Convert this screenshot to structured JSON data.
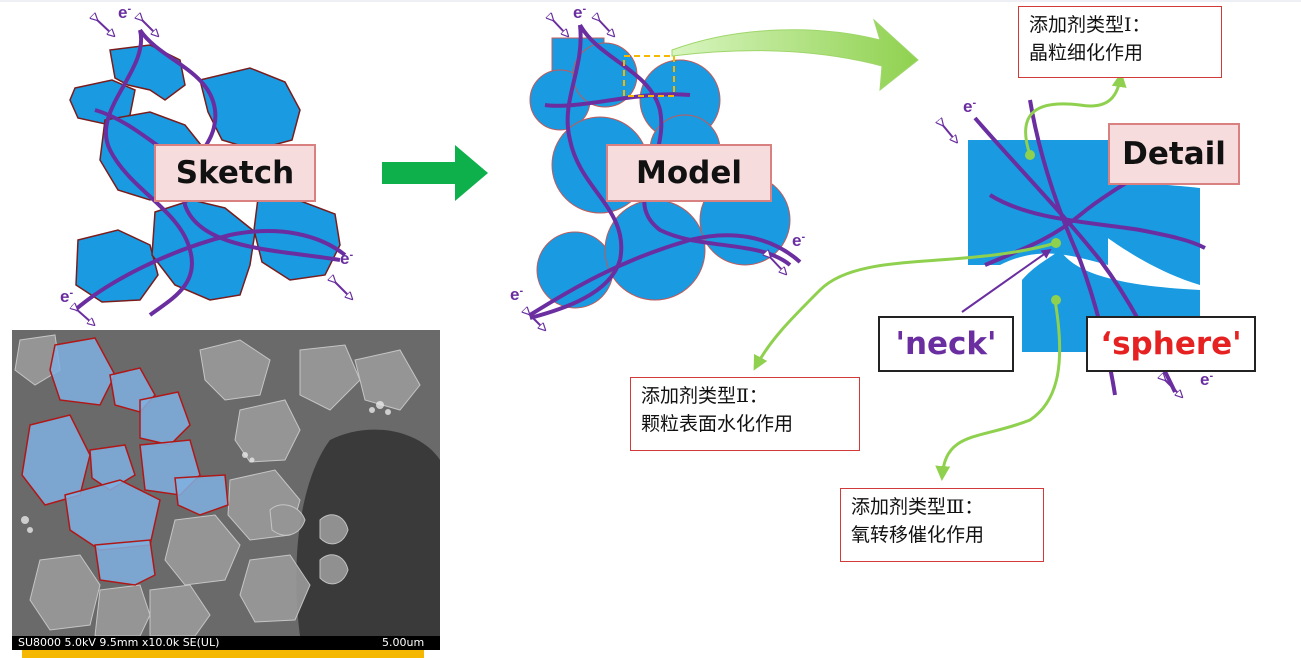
{
  "labels": {
    "sketch": "Sketch",
    "model": "Model",
    "detail": "Detail",
    "neck": "'neck'",
    "sphere": "‘sphere'",
    "electron": "e-"
  },
  "notes": {
    "type1": {
      "title": "添加剂类型Ⅰ：",
      "desc": "晶粒细化作用"
    },
    "type2": {
      "title": "添加剂类型Ⅱ：",
      "desc": "颗粒表面水化作用"
    },
    "type3": {
      "title": "添加剂类型Ⅲ：",
      "desc": "氧转移催化作用"
    }
  },
  "sem": {
    "left_info": "SU8000 5.0kV 9.5mm x10.0k SE(UL)",
    "scale": "5.00um"
  },
  "colors": {
    "particle": "#1a9ae0",
    "path": "#6a2ea0",
    "arrow_green": "#0db04b",
    "callout_green": "#8fd14f",
    "label_red": "#e52121",
    "label_purple": "#6a2ea0"
  }
}
